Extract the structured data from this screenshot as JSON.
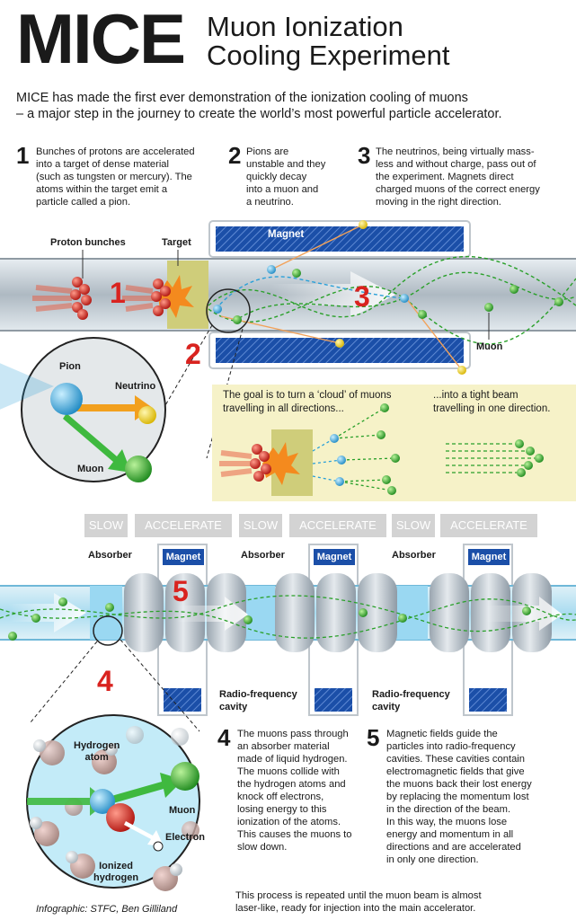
{
  "header": {
    "title": "MICE",
    "subtitle_line1": "Muon Ionization",
    "subtitle_line2": "Cooling Experiment",
    "intro_line1": "MICE has made the first ever demonstration of the ionization cooling of muons",
    "intro_line2": "– a major step in the journey to create the world’s most powerful particle accelerator."
  },
  "steps": [
    {
      "num": "1",
      "lines": [
        "Bunches of protons are accelerated",
        "into a target of dense material",
        "(such as tungsten or mercury). The",
        "atoms within the target emit a",
        "particle called a pion."
      ]
    },
    {
      "num": "2",
      "lines": [
        "Pions are",
        "unstable and they",
        "quickly decay",
        "into a muon and",
        "a neutrino."
      ]
    },
    {
      "num": "3",
      "lines": [
        "The neutrinos, being virtually mass-",
        "less and without charge, pass out of",
        "the experiment. Magnets direct",
        "charged muons of the correct energy",
        "moving in the right direction."
      ]
    },
    {
      "num": "4",
      "lines": [
        "The muons pass through",
        "an absorber material",
        "made of liquid hydrogen.",
        "The muons collide with",
        "the hydrogen atoms and",
        "knock off electrons,",
        "losing energy to this",
        "ionization of the atoms.",
        "This causes the muons to",
        "slow down."
      ]
    },
    {
      "num": "5",
      "lines": [
        "Magnetic fields guide the",
        "particles into radio-frequency",
        "cavities. These cavities contain",
        "electromagnetic fields that give",
        "the muons back their lost energy",
        "by replacing the momentum lost",
        "in the direction of the beam.",
        "In this way, the muons lose",
        "energy and momentum in all",
        "directions and are accelerated",
        "in only one direction."
      ]
    }
  ],
  "upper_diagram": {
    "proton_label": "Proton bunches",
    "target_label": "Target",
    "magnet_label": "Magnet",
    "muon_label": "Muon",
    "red1": "1",
    "red2": "2",
    "red3": "3"
  },
  "inset_decay": {
    "pion_label": "Pion",
    "neutrino_label": "Neutrino",
    "muon_label": "Muon"
  },
  "goal_box": {
    "left_line1": "The goal is to turn a ‘cloud’ of muons",
    "left_line2": "travelling in all directions...",
    "right_line1": "...into a tight beam",
    "right_line2": "travelling in one direction.",
    "bg_color": "#f6f2c8"
  },
  "stages": [
    "SLOW",
    "ACCELERATE",
    "SLOW",
    "ACCELERATE",
    "SLOW",
    "ACCELERATE"
  ],
  "lower_diagram": {
    "absorber_label": "Absorber",
    "magnet_label": "Magnet",
    "rf_line1": "Radio-frequency",
    "rf_line2": "cavity",
    "red4": "4",
    "red5": "5"
  },
  "inset_ionization": {
    "hydrogen_line1": "Hydrogen",
    "hydrogen_line2": "atom",
    "muon_label": "Muon",
    "electron_label": "Electron",
    "ionized_line1": "Ionized",
    "ionized_line2": "hydrogen"
  },
  "footer": {
    "line1": "This process is repeated until the muon beam is almost",
    "line2": "laser-like, ready for injection into the main accelerator.",
    "credit": "Infographic: STFC, Ben Gilliland"
  },
  "colors": {
    "magnet_blue": "#1b4fa8",
    "red_number": "#d9231f",
    "muon_green": "#2aa02a",
    "pion_blue": "#2aa0d8",
    "neutrino_yellow": "#f2d21e",
    "liquid_hydrogen": "#bfe6f7"
  }
}
